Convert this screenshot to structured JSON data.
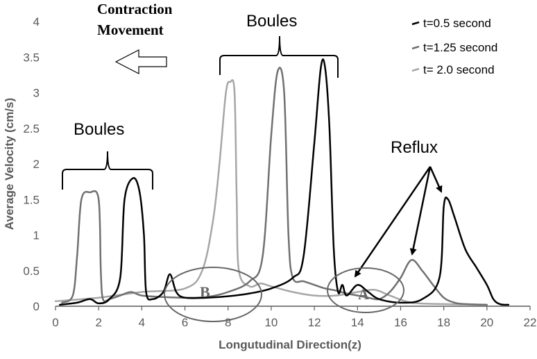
{
  "chart_data": {
    "type": "line",
    "title": "",
    "xlabel": "Longutudinal Direction(z)",
    "ylabel": "Average Velocity (cm/s)",
    "xlim": [
      0,
      22
    ],
    "ylim": [
      0,
      4
    ],
    "xticks": [
      0,
      2,
      4,
      6,
      8,
      10,
      12,
      14,
      16,
      18,
      20,
      22
    ],
    "yticks": [
      0,
      0.5,
      1,
      1.5,
      2,
      2.5,
      3,
      3.5,
      4
    ],
    "ytick_labels": [
      "0",
      "0.5",
      "1",
      "1.5",
      "2",
      "2.5",
      "3",
      "3.5",
      "4"
    ],
    "grid": false,
    "legend_position": "top-right",
    "series": [
      {
        "name": "t=0.5 second",
        "color": "#000000",
        "points": [
          [
            0.2,
            0.02
          ],
          [
            1,
            0.05
          ],
          [
            1.6,
            0.1
          ],
          [
            2,
            0.04
          ],
          [
            2.5,
            0.1
          ],
          [
            3,
            0.4
          ],
          [
            3.2,
            1.5
          ],
          [
            3.6,
            1.8
          ],
          [
            3.9,
            1.6
          ],
          [
            4.1,
            1.0
          ],
          [
            4.2,
            0.2
          ],
          [
            4.5,
            0.1
          ],
          [
            5,
            0.2
          ],
          [
            5.3,
            0.45
          ],
          [
            5.6,
            0.2
          ],
          [
            6,
            0.12
          ],
          [
            7,
            0.12
          ],
          [
            8,
            0.14
          ],
          [
            9,
            0.18
          ],
          [
            10,
            0.25
          ],
          [
            11,
            0.4
          ],
          [
            11.5,
            0.7
          ],
          [
            12,
            2.3
          ],
          [
            12.3,
            3.35
          ],
          [
            12.5,
            3.35
          ],
          [
            12.7,
            2.5
          ],
          [
            12.9,
            0.8
          ],
          [
            13.1,
            0.2
          ],
          [
            13.3,
            0.3
          ],
          [
            13.5,
            0.15
          ],
          [
            14,
            0.3
          ],
          [
            14.5,
            0.2
          ],
          [
            15,
            0.1
          ],
          [
            16,
            0.05
          ],
          [
            17,
            0.1
          ],
          [
            17.8,
            0.4
          ],
          [
            18,
            1.4
          ],
          [
            18.2,
            1.5
          ],
          [
            18.5,
            1.25
          ],
          [
            19,
            0.8
          ],
          [
            19.5,
            0.55
          ],
          [
            20,
            0.3
          ],
          [
            20.3,
            0.1
          ],
          [
            20.6,
            0.03
          ],
          [
            21,
            0.02
          ]
        ]
      },
      {
        "name": "t=1.25 second",
        "color": "#707070",
        "points": [
          [
            0.3,
            0.05
          ],
          [
            0.8,
            0.15
          ],
          [
            1,
            0.7
          ],
          [
            1.2,
            1.5
          ],
          [
            1.6,
            1.6
          ],
          [
            2,
            1.5
          ],
          [
            2.1,
            0.5
          ],
          [
            2.2,
            0.1
          ],
          [
            2.5,
            0.1
          ],
          [
            3,
            0.15
          ],
          [
            3.5,
            0.2
          ],
          [
            4,
            0.15
          ],
          [
            5,
            0.13
          ],
          [
            6,
            0.12
          ],
          [
            7,
            0.13
          ],
          [
            8,
            0.2
          ],
          [
            9,
            0.35
          ],
          [
            9.6,
            0.7
          ],
          [
            10,
            2.4
          ],
          [
            10.3,
            3.3
          ],
          [
            10.6,
            3.0
          ],
          [
            10.8,
            1.0
          ],
          [
            11,
            0.4
          ],
          [
            11.5,
            0.35
          ],
          [
            12,
            0.3
          ],
          [
            12.5,
            0.25
          ],
          [
            13,
            0.22
          ],
          [
            13.5,
            0.18
          ],
          [
            14,
            0.15
          ],
          [
            14.5,
            0.12
          ],
          [
            15,
            0.1
          ],
          [
            15.5,
            0.2
          ],
          [
            16,
            0.4
          ],
          [
            16.5,
            0.65
          ],
          [
            17,
            0.5
          ],
          [
            17.5,
            0.3
          ],
          [
            18,
            0.12
          ],
          [
            18.5,
            0.05
          ],
          [
            19,
            0.03
          ],
          [
            20,
            0.02
          ]
        ]
      },
      {
        "name": "t= 2.0 second",
        "color": "#a6a6a6",
        "points": [
          [
            0,
            0.07
          ],
          [
            2,
            0.12
          ],
          [
            4,
            0.2
          ],
          [
            6,
            0.25
          ],
          [
            6.8,
            0.5
          ],
          [
            7.3,
            1.2
          ],
          [
            7.6,
            2.0
          ],
          [
            7.9,
            3.0
          ],
          [
            8.1,
            3.15
          ],
          [
            8.3,
            3.0
          ],
          [
            8.4,
            1.5
          ],
          [
            8.5,
            0.5
          ],
          [
            9,
            0.28
          ],
          [
            9.5,
            0.32
          ],
          [
            10,
            0.28
          ],
          [
            11,
            0.2
          ],
          [
            12,
            0.15
          ],
          [
            13,
            0.15
          ],
          [
            14,
            0.2
          ],
          [
            14.8,
            0.23
          ],
          [
            15.5,
            0.15
          ],
          [
            16.5,
            0.05
          ],
          [
            18,
            0.03
          ],
          [
            20,
            0.02
          ]
        ]
      }
    ],
    "annotations": {
      "contraction": "Contraction Movement",
      "boules_left": "Boules",
      "boules_top": "Boules",
      "reflux": "Reflux",
      "label_a": "A",
      "label_b": "B"
    }
  }
}
